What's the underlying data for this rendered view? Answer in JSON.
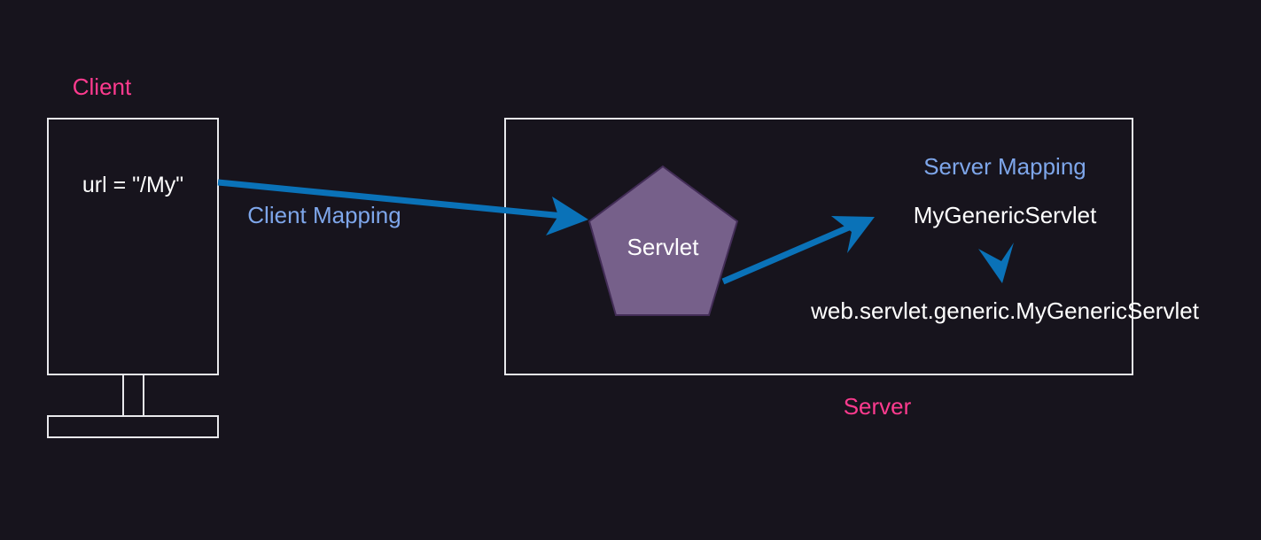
{
  "labels": {
    "client": "Client",
    "server": "Server",
    "url": "url = \"/My\"",
    "client_mapping": "Client Mapping",
    "server_mapping": "Server Mapping",
    "servlet": "Servlet",
    "servlet_name": "MyGenericServlet",
    "servlet_class": "web.servlet.generic.MyGenericServlet"
  },
  "colors": {
    "background": "#17141d",
    "outline": "#e8e8ec",
    "title": "#ff3b8f",
    "mapping": "#7ea6ea",
    "text": "#ffffff",
    "arrow": "#0a72b8",
    "servlet_fill": "#76608a",
    "servlet_stroke": "#432d57"
  }
}
